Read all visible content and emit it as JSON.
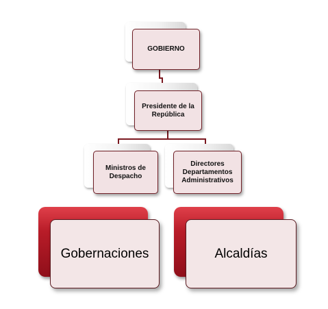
{
  "nodes": {
    "gobierno": "GOBIERNO",
    "presidente": "Presidente de la República",
    "ministros": "Ministros de Despacho",
    "directores": "Directores Departamentos Administrativos",
    "gobernaciones": "Gobernaciones",
    "alcaldias": "Alcaldías"
  },
  "colors": {
    "connector": "#7a1820",
    "node_fill": "#f2e2e4",
    "node_border": "#6e1e25",
    "accent_red": "#b81c28"
  }
}
